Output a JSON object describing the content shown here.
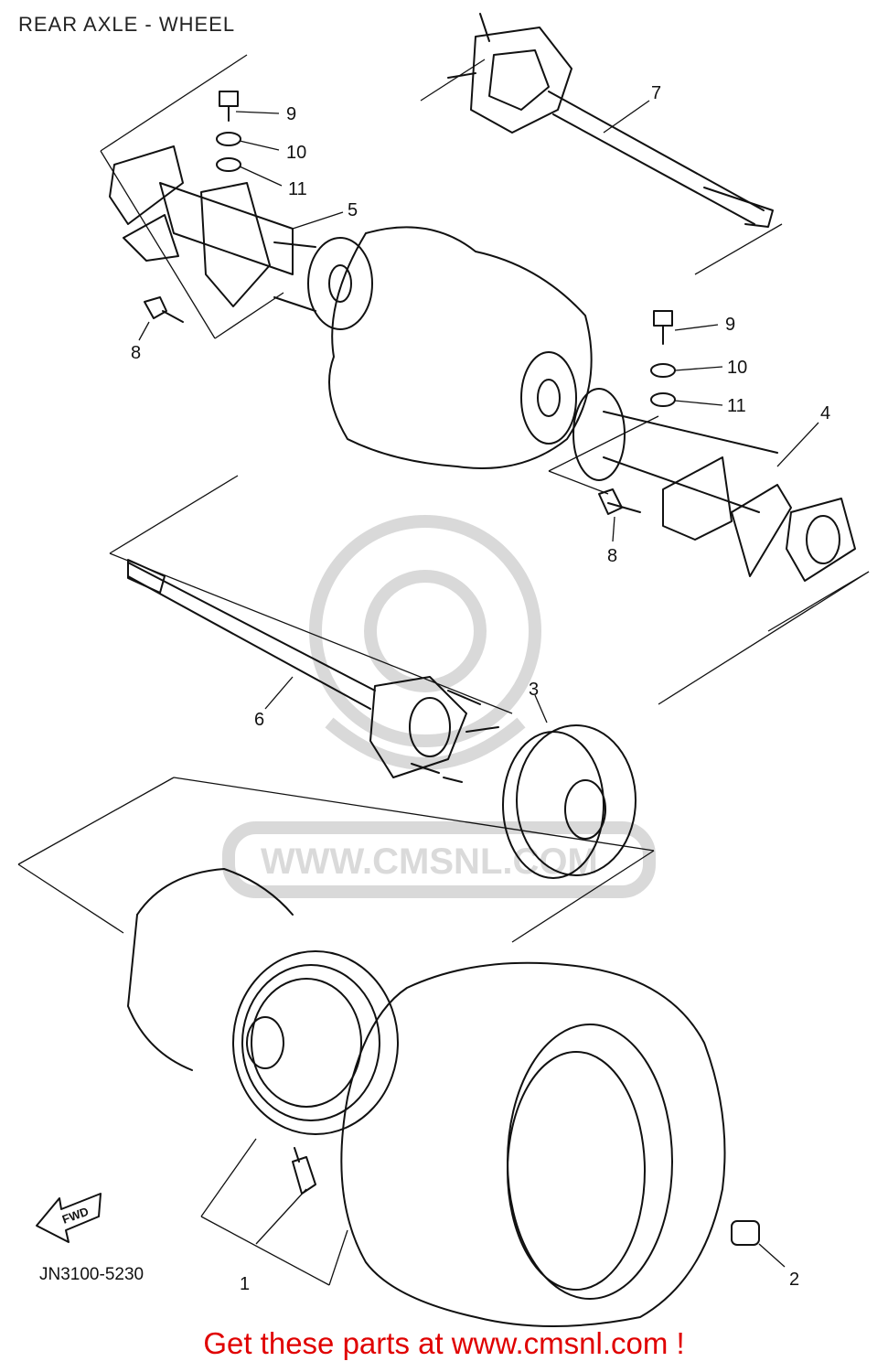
{
  "title": "REAR AXLE - WHEEL",
  "drawing_code": "JN3100-5230",
  "call_to_action": "Get these parts at www.cmsnl.com !",
  "watermark_text": "WWW.CMSNL.COM",
  "fwd_label": "FWD",
  "colors": {
    "cta": "#e00000",
    "line": "#111111",
    "watermark": "#d9d9d9"
  },
  "callouts": [
    {
      "id": "1",
      "label": "1"
    },
    {
      "id": "2",
      "label": "2"
    },
    {
      "id": "3",
      "label": "3"
    },
    {
      "id": "4",
      "label": "4"
    },
    {
      "id": "5",
      "label": "5"
    },
    {
      "id": "6",
      "label": "6"
    },
    {
      "id": "7",
      "label": "7"
    },
    {
      "id": "8a",
      "label": "8"
    },
    {
      "id": "8b",
      "label": "8"
    },
    {
      "id": "9a",
      "label": "9"
    },
    {
      "id": "9b",
      "label": "9"
    },
    {
      "id": "10a",
      "label": "10"
    },
    {
      "id": "10b",
      "label": "10"
    },
    {
      "id": "11a",
      "label": "11"
    },
    {
      "id": "11b",
      "label": "11"
    }
  ]
}
